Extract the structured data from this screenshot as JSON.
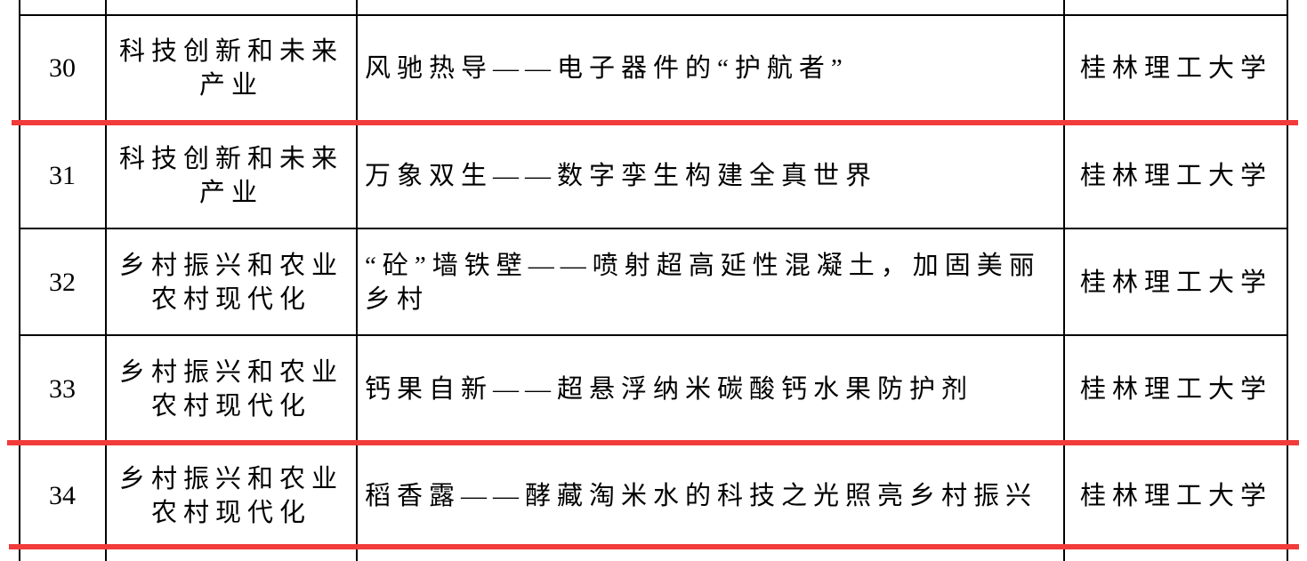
{
  "rows": [
    {
      "no": "30",
      "category": "科技创新和未来产业",
      "title": "风驰热导——电子器件的“护航者”",
      "university": "桂林理工大学"
    },
    {
      "no": "31",
      "category": "科技创新和未来产业",
      "title": "万象双生——数字孪生构建全真世界",
      "university": "桂林理工大学"
    },
    {
      "no": "32",
      "category": "乡村振兴和农业农村现代化",
      "title": "“砼”墙铁壁——喷射超高延性混凝土，加固美丽乡村",
      "university": "桂林理工大学"
    },
    {
      "no": "33",
      "category": "乡村振兴和农业农村现代化",
      "title": "钙果自新——超悬浮纳米碳酸钙水果防护剂",
      "university": "桂林理工大学"
    },
    {
      "no": "34",
      "category": "乡村振兴和农业农村现代化",
      "title": "稻香露——酵藏淘米水的科技之光照亮乡村振兴",
      "university": "桂林理工大学"
    }
  ],
  "highlight_color": "#f23b3b"
}
